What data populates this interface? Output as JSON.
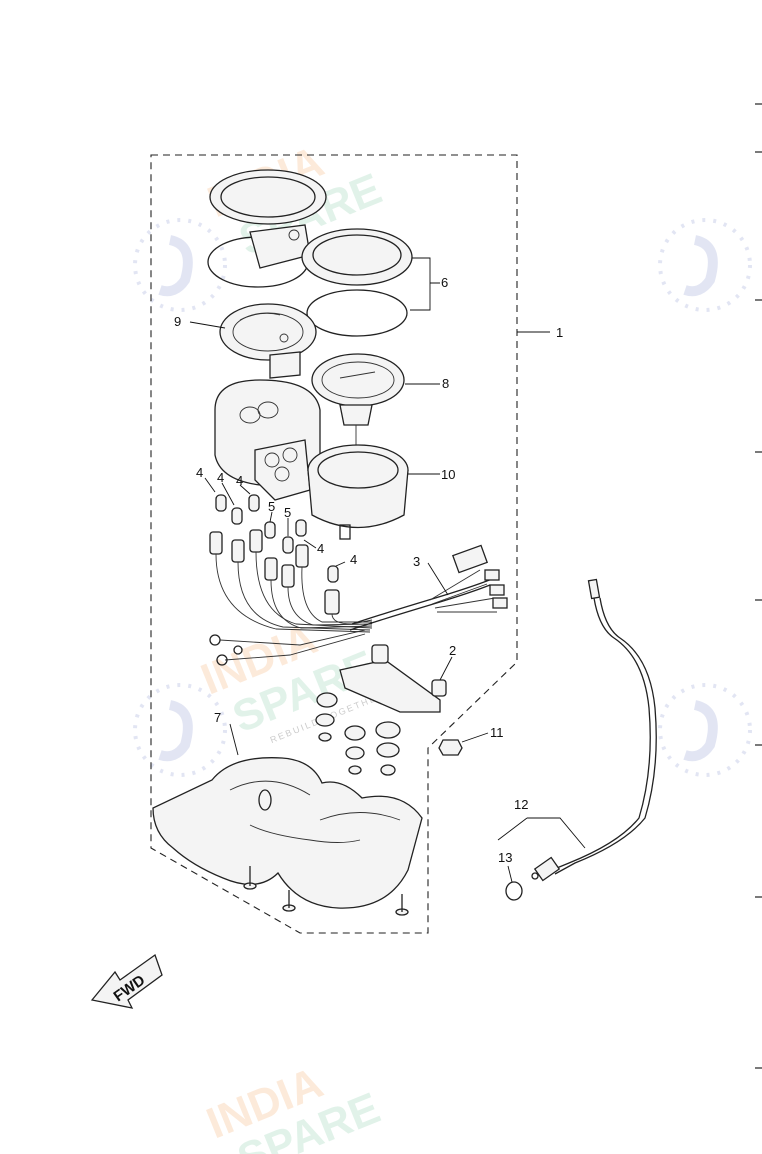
{
  "diagram": {
    "fwd_label": "FWD",
    "callouts": [
      {
        "id": "1",
        "label": "1"
      },
      {
        "id": "2",
        "label": "2"
      },
      {
        "id": "3",
        "label": "3"
      },
      {
        "id": "4a",
        "label": "4"
      },
      {
        "id": "4b",
        "label": "4"
      },
      {
        "id": "4c",
        "label": "4"
      },
      {
        "id": "4d",
        "label": "4"
      },
      {
        "id": "4e",
        "label": "4"
      },
      {
        "id": "5a",
        "label": "5"
      },
      {
        "id": "5b",
        "label": "5"
      },
      {
        "id": "6",
        "label": "6"
      },
      {
        "id": "7",
        "label": "7"
      },
      {
        "id": "8",
        "label": "8"
      },
      {
        "id": "9",
        "label": "9"
      },
      {
        "id": "10",
        "label": "10"
      },
      {
        "id": "11",
        "label": "11"
      },
      {
        "id": "12",
        "label": "12"
      },
      {
        "id": "13",
        "label": "13"
      }
    ]
  },
  "watermark": {
    "line1": "INDIA",
    "line2": "SPARE",
    "tagline": "REBUILD TOGETHER",
    "colors": {
      "orange": "#f5a25d",
      "green": "#7cc7a0",
      "blue": "#9aa6d6"
    }
  }
}
